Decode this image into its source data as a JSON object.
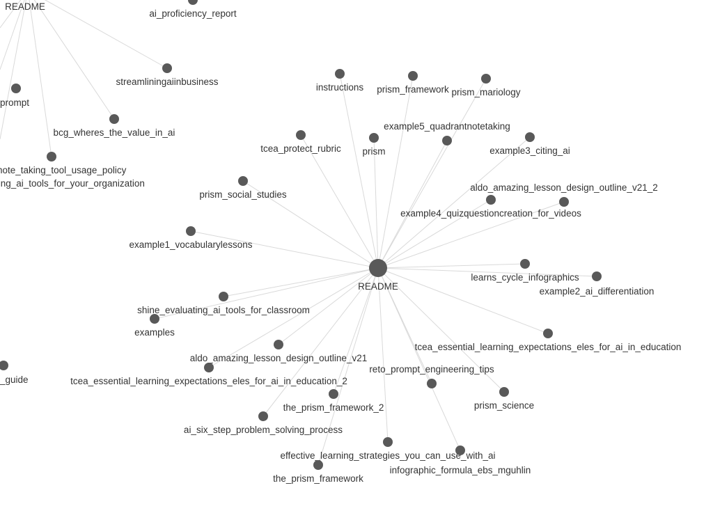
{
  "graph": {
    "center": {
      "label": "README"
    },
    "hub_nodes": [
      {
        "label": "instructions"
      },
      {
        "label": "prism_framework"
      },
      {
        "label": "prism_mariology"
      },
      {
        "label": "tcea_protect_rubric"
      },
      {
        "label": "prism"
      },
      {
        "label": "example5_quadrantnotetaking"
      },
      {
        "label": "example3_citing_ai"
      },
      {
        "label": "prism_social_studies"
      },
      {
        "label": "example4_quizquestioncreation_for_videos"
      },
      {
        "label": "aldo_amazing_lesson_design_outline_v21_2"
      },
      {
        "label": "example1_vocabularylessons"
      },
      {
        "label": "learns_cycle_infographics"
      },
      {
        "label": "example2_ai_differentiation"
      },
      {
        "label": "shine_evaluating_ai_tools_for_classroom"
      },
      {
        "label": "examples"
      },
      {
        "label": "tcea_essential_learning_expectations_eles_for_ai_in_education"
      },
      {
        "label": "aldo_amazing_lesson_design_outline_v21"
      },
      {
        "label": "tcea_essential_learning_expectations_eles_for_ai_in_education_2"
      },
      {
        "label": "reto_prompt_engineering_tips"
      },
      {
        "label": "prism_science"
      },
      {
        "label": "the_prism_framework_2"
      },
      {
        "label": "ai_six_step_problem_solving_process"
      },
      {
        "label": "effective_learning_strategies_you_can_use_with_ai"
      },
      {
        "label": "infographic_formula_ebs_mguhlin"
      },
      {
        "label": "the_prism_framework"
      }
    ],
    "second_cluster": {
      "center_label": "README",
      "nodes": [
        {
          "label": "ai_proficiency_report"
        },
        {
          "label": "streamliningaiinbusiness"
        },
        {
          "label": "bcg_wheres_the_value_in_ai"
        },
        {
          "label": "note_taking_tool_usage_policy"
        }
      ],
      "clipped_labels": [
        {
          "label": "prompt"
        },
        {
          "label": "ting_ai_tools_for_your_organization"
        },
        {
          "label": "_guide"
        }
      ]
    },
    "colors": {
      "node": "#595959",
      "edge": "#d9d9d9",
      "text": "#333333",
      "background": "#ffffff"
    }
  }
}
